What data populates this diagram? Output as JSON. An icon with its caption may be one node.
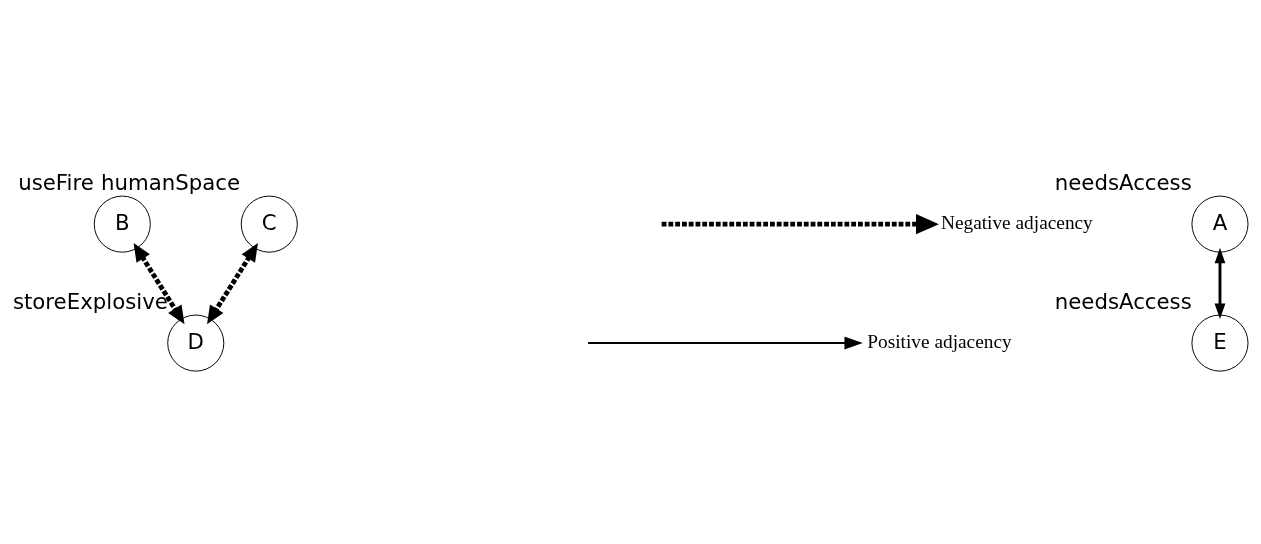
{
  "diagram": {
    "nodes": [
      {
        "text": [
          "B"
        ],
        "beside": [
          "useFire"
        ]
      },
      {
        "text": [
          "A"
        ],
        "beside": [
          "needsAccess"
        ]
      },
      {
        "text": [
          "C"
        ],
        "beside": [
          "humanSpace"
        ]
      },
      {
        "text": [
          "E"
        ],
        "beside": [
          "needsAccess"
        ]
      },
      {
        "text": [
          "D"
        ],
        "beside": [
          "storeExplosive"
        ]
      }
    ],
    "edges": [
      {
        "from": 1,
        "to": 3,
        "arrow": "both"
      },
      {
        "from": 0,
        "to": 4,
        "arrow": "both",
        "style": "dashed"
      },
      {
        "from": 2,
        "to": 4,
        "arrow": "both",
        "style": "dashed"
      }
    ],
    "legend": [
      {
        "text": "Negative adjacency"
      },
      {
        "text": "Positive adjacency"
      }
    ]
  }
}
